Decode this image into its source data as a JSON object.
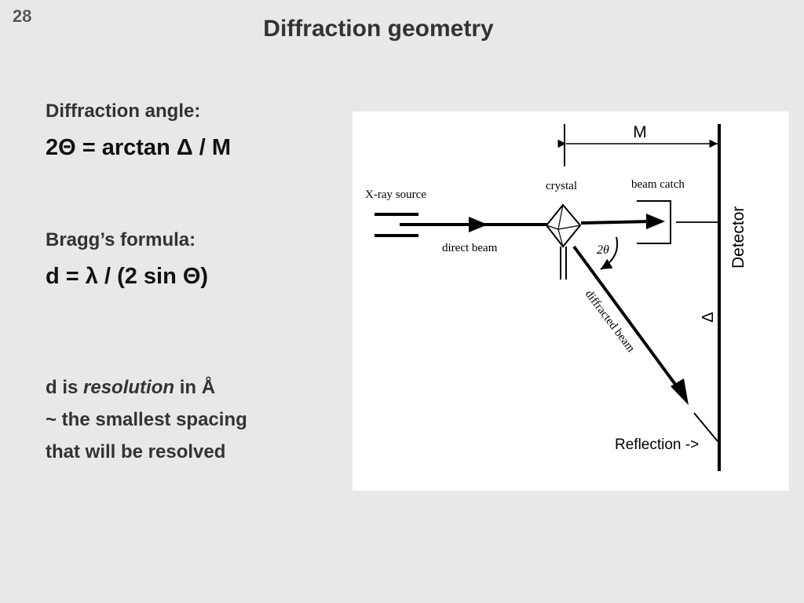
{
  "slide": {
    "number": "28",
    "title": "Diffraction geometry"
  },
  "left_text": {
    "angle_label": "Diffraction angle:",
    "angle_formula": "2Θ = arctan Δ / M",
    "bragg_label": "Bragg’s formula:",
    "bragg_formula": "d = λ / (2 sin Θ)",
    "note_prefix": "d is ",
    "note_emph": "resolution",
    "note_suffix": " in Å",
    "note_line2": "~ the smallest spacing",
    "note_line3": "that will be resolved"
  },
  "diagram": {
    "label_M": "M",
    "label_xray_source": "X-ray source",
    "label_crystal": "crystal",
    "label_beam_catch": "beam catch",
    "label_direct_beam": "direct beam",
    "label_two_theta": "2θ",
    "label_detector": "Detector",
    "label_delta": "Δ",
    "label_diffracted_beam": "diffracted beam",
    "label_reflection": "Reflection ->"
  }
}
